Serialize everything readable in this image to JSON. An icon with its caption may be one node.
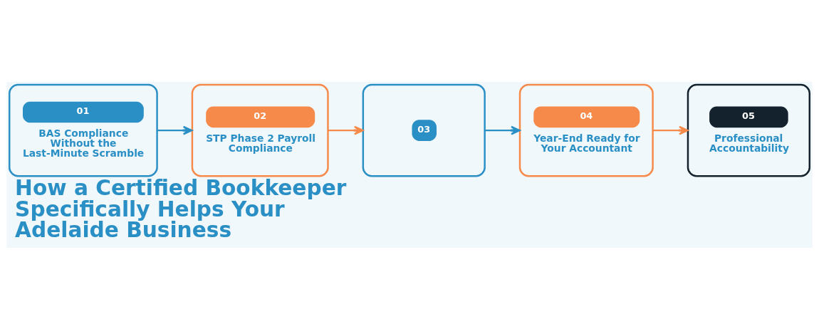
{
  "diagram": {
    "title": "How a Certified Bookkeeper Specifically Helps Your Adelaide Business",
    "nodes": [
      {
        "text": [
          "01",
          "BAS Compliance Without the Last-Minute Scramble"
        ]
      },
      {
        "text": [
          "02",
          "STP Phase 2 Payroll Compliance"
        ]
      },
      {
        "text": [
          "03"
        ]
      },
      {
        "text": [
          "04",
          "Year-End Ready for Your Accountant"
        ]
      },
      {
        "text": [
          "05",
          "Professional Accountability"
        ]
      }
    ],
    "edges": [
      {
        "from": 0,
        "to": 1,
        "arrow": "to",
        "color": "#2a8fc5"
      },
      {
        "from": 1,
        "to": 2,
        "arrow": "to",
        "color": "#f68a4a"
      },
      {
        "from": 2,
        "to": 3,
        "arrow": "to",
        "color": "#2a8fc5"
      },
      {
        "from": 3,
        "to": 4,
        "arrow": "to",
        "color": "#f68a4a"
      }
    ]
  }
}
